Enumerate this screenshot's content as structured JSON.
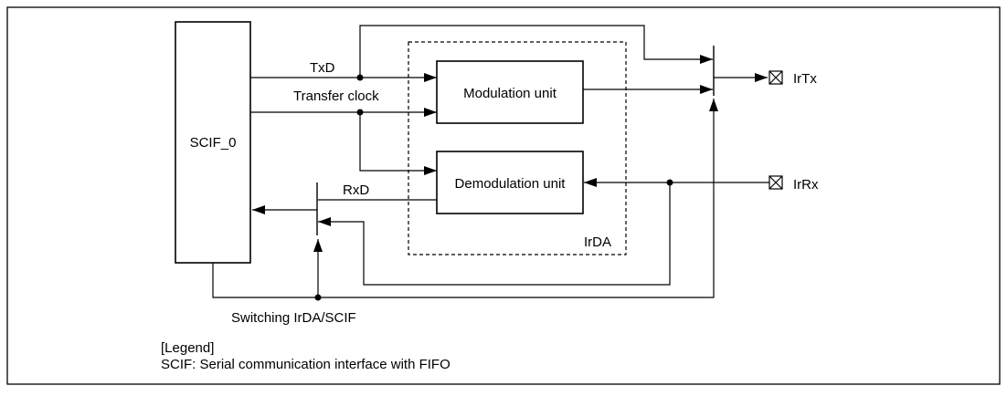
{
  "blocks": {
    "scif": "SCIF_0",
    "modulation": "Modulation unit",
    "demodulation": "Demodulation unit",
    "irda": "IrDA"
  },
  "signals": {
    "txd": "TxD",
    "transfer_clock": "Transfer clock",
    "rxd": "RxD",
    "irtx": "IrTx",
    "irrx": "IrRx",
    "switching": "Switching IrDA/SCIF"
  },
  "legend": {
    "heading": "[Legend]",
    "scif_definition": "SCIF: Serial communication interface with FIFO"
  }
}
